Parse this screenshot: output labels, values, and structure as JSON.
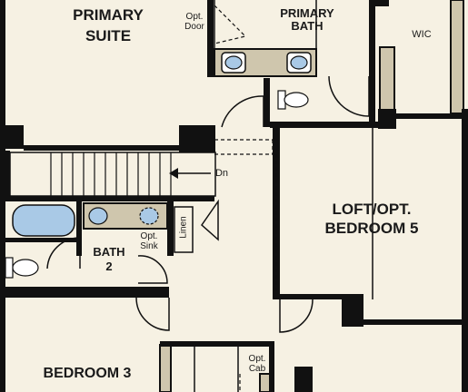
{
  "rooms": {
    "primary_suite": {
      "line1": "PRIMARY",
      "line2": "SUITE"
    },
    "primary_bath": {
      "line1": "PRIMARY",
      "line2": "BATH"
    },
    "wic": "WIC",
    "loft": {
      "line1": "LOFT/OPT.",
      "line2": "BEDROOM 5"
    },
    "bath2": {
      "line1": "BATH",
      "line2": "2"
    },
    "bedroom3": "BEDROOM 3"
  },
  "notes": {
    "opt_door": {
      "line1": "Opt.",
      "line2": "Door"
    },
    "dn": "Dn",
    "opt_sink": {
      "line1": "Opt.",
      "line2": "Sink"
    },
    "linen": "Linen",
    "opt_cab": {
      "line1": "Opt.",
      "line2": "Cab"
    }
  },
  "colors": {
    "background": "#f6f1e3",
    "wall": "#111111",
    "counter": "#cfc6ad",
    "fixture": "#a9c9e6"
  }
}
